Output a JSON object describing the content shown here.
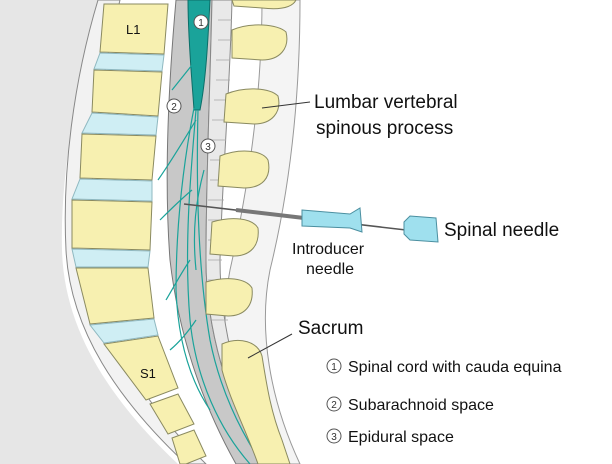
{
  "vertebra_labels": {
    "top": "L1",
    "bottom": "S1"
  },
  "region_markers": {
    "cord": "1",
    "subarachnoid": "2",
    "epidural": "3"
  },
  "callouts": {
    "spinous_line1": "Lumbar vertebral",
    "spinous_line2": "spinous process",
    "spinal_needle": "Spinal needle",
    "introducer_line1": "Introducer",
    "introducer_line2": "needle",
    "sacrum": "Sacrum"
  },
  "legend": [
    {
      "marker": "1",
      "text": "Spinal cord with cauda equina"
    },
    {
      "marker": "2",
      "text": "Subarachnoid space"
    },
    {
      "marker": "3",
      "text": "Epidural space"
    }
  ],
  "colors": {
    "bone": "#f7f0b0",
    "bone_stroke": "#8a8a60",
    "disc": "#cfeef4",
    "csf_space": "#c8c8c8",
    "background_gray": "#e6e6e6",
    "nerve": "#1aa39a",
    "needle_hub": "#9fe0ee"
  }
}
